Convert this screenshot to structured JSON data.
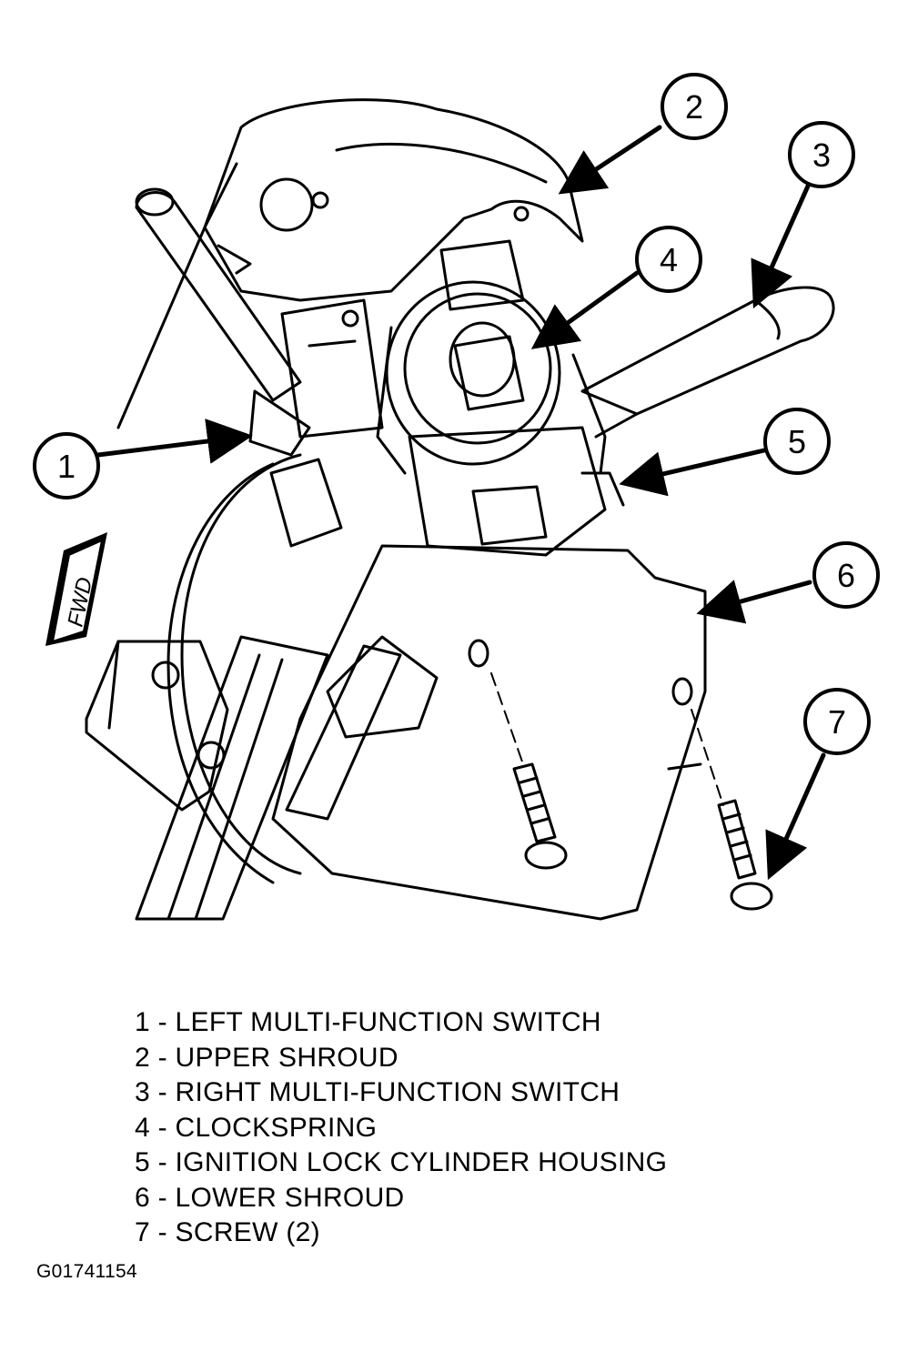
{
  "callouts": [
    "1",
    "2",
    "3",
    "4",
    "5",
    "6",
    "7"
  ],
  "fwd_label": "FWD",
  "legend": [
    "1 - LEFT MULTI-FUNCTION SWITCH",
    "2 - UPPER SHROUD",
    "3 - RIGHT MULTI-FUNCTION SWITCH",
    "4 - CLOCKSPRING",
    "5 - IGNITION LOCK CYLINDER HOUSING",
    "6 - LOWER SHROUD",
    "7 - SCREW (2)"
  ],
  "figure_id": "G01741154"
}
